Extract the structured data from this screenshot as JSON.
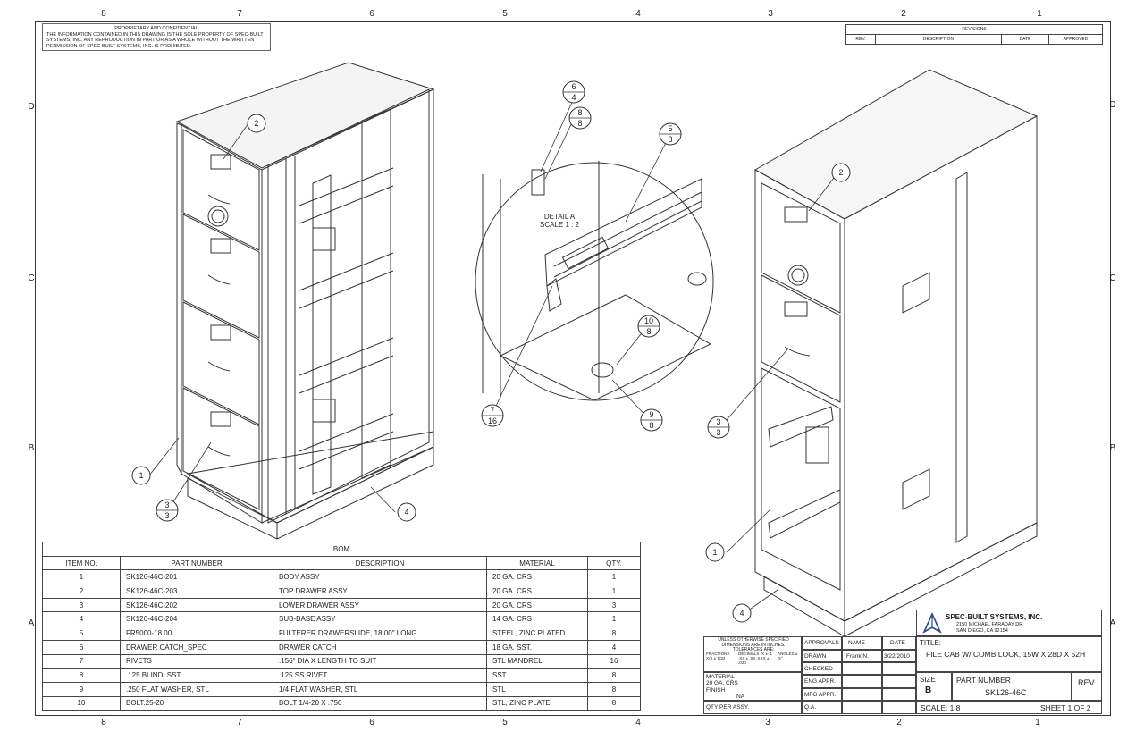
{
  "zones_top": [
    "8",
    "7",
    "6",
    "5",
    "4",
    "3",
    "2",
    "1"
  ],
  "zones_bottom": [
    "8",
    "7",
    "6",
    "5",
    "4",
    "3",
    "2",
    "1"
  ],
  "zones_side": [
    "D",
    "C",
    "B",
    "A"
  ],
  "notice": {
    "title": "PROPRIETARY AND CONFIDENTIAL",
    "body": "THE INFORMATION CONTAINED IN THIS DRAWING IS THE SOLE PROPERTY OF SPEC-BUILT SYSTEMS, INC.  ANY REPRODUCTION IN PART OR AS A WHOLE WITHOUT THE WRITTEN PERMISSION OF SPEC-BUILT SYSTEMS, INC. IS PROHIBITED."
  },
  "revisions": {
    "title": "REVISIONS",
    "headers": [
      "REV.",
      "DESCRIPTION",
      "DATE",
      "APPROVED"
    ]
  },
  "detail": {
    "line1": "DETAIL A",
    "line2": "SCALE 1 : 2"
  },
  "callouts": {
    "left_2": "2",
    "left_1": "1",
    "left_3a": "3",
    "left_3b": "3",
    "left_4": "4",
    "det_6": "6",
    "det_4": "4",
    "det_8a": "8",
    "det_8b": "8",
    "det_5": "5",
    "det_8c": "8",
    "det_10": "10",
    "det_8d": "8",
    "det_7": "7",
    "det_16": "16",
    "det_9": "9",
    "det_8e": "8",
    "right_2": "2",
    "right_3a": "3",
    "right_3b": "3",
    "right_1": "1",
    "right_4": "4"
  },
  "bom": {
    "title": "BOM",
    "headers": [
      "ITEM NO.",
      "PART NUMBER",
      "DESCRIPTION",
      "MATERIAL",
      "QTY."
    ],
    "rows": [
      [
        "1",
        "SK126-46C-201",
        "BODY ASSY",
        "20 GA. CRS",
        "1"
      ],
      [
        "2",
        "SK126-46C-203",
        "TOP DRAWER ASSY",
        "20 GA. CRS",
        "1"
      ],
      [
        "3",
        "SK126-46C-202",
        "LOWER DRAWER ASSY",
        "20 GA. CRS",
        "3"
      ],
      [
        "4",
        "SK126-46C-204",
        "SUB-BASE ASSY",
        "14 GA. CRS",
        "1"
      ],
      [
        "5",
        "FR5000-18.00",
        "FULTERER DRAWERSLIDE, 18.00\" LONG",
        "STEEL, ZINC PLATED",
        "8"
      ],
      [
        "6",
        "DRAWER CATCH_SPEC",
        "DRAWER CATCH",
        "18 GA. SST.",
        "4"
      ],
      [
        "7",
        "RIVETS",
        ".156\" DIA X LENGTH TO SUIT",
        "STL MANDREL",
        "16"
      ],
      [
        "8",
        ".125 BLIND, SST",
        ".125 SS RIVET",
        "SST",
        "8"
      ],
      [
        "9",
        ".250 FLAT WASHER, STL",
        "1/4 FLAT WASHER, STL",
        "STL",
        "8"
      ],
      [
        "10",
        "BOLT.25-20",
        "BOLT 1/4-20 X .750",
        "STL, ZINC PLATE",
        "8"
      ]
    ]
  },
  "titleblock": {
    "tolerance_note": "UNLESS OTHERWISE SPECIFIED DIMENSIONS ARE IN INCHES.  TOLERANCES ARE:",
    "fractions": "FRACTIONS X/X ± 1/32",
    "decimals": "DECIMALS .X ± .1 .XX ± .03 .XXX ± .020",
    "angles": "ANGLES ± .5°",
    "material_label": "MATERIAL",
    "material": "20 GA. CRS",
    "finish_label": "FINISH",
    "finish": "NA",
    "qty_label": "QTY PER ASSY.",
    "approvals": "APPROVALS",
    "name_h": "NAME",
    "date_h": "DATE",
    "drawn": "DRAWN",
    "drawn_name": "Frank N.",
    "drawn_date": "3/22/2010",
    "checked": "CHECKED",
    "eng": "ENG APPR.",
    "mfg": "MFG APPR.",
    "qa": "Q.A.",
    "company": "SPEC-BUILT SYSTEMS, INC.",
    "addr1": "2150 MICHAEL FARADAY DR.",
    "addr2": "SAN DIEGO, CA 92154",
    "title_label": "TITLE:",
    "title": "FILE CAB W/ COMB LOCK, 15W X 28D X 52H",
    "size_label": "SIZE",
    "size": "B",
    "pn_label": "PART NUMBER",
    "pn": "SK126-46C",
    "rev_label": "REV",
    "scale": "SCALE: 1:8",
    "sheet": "SHEET 1 OF 2"
  }
}
